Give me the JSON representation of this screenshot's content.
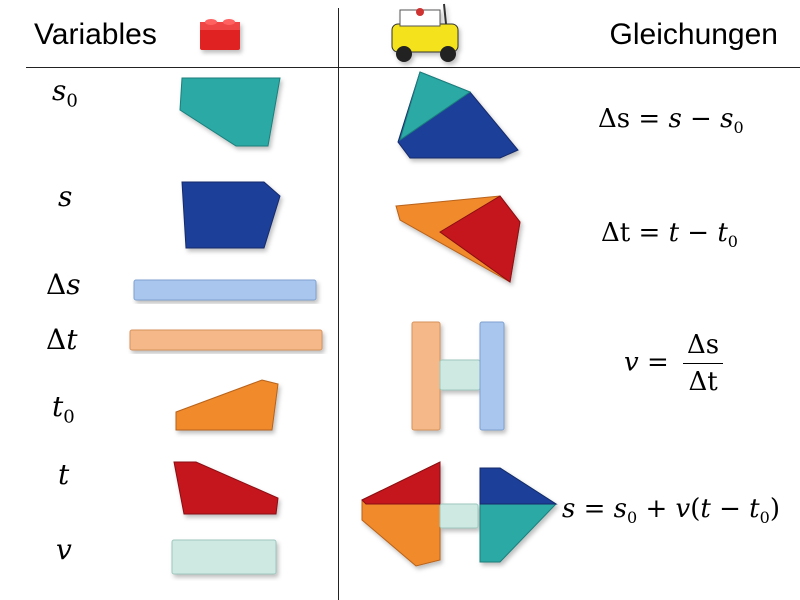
{
  "header": {
    "left_title": "Variables",
    "right_title": "Gleichungen"
  },
  "colors": {
    "teal": "#2aa9a5",
    "navy": "#1f3f9a",
    "lightblue": "#a9c6ee",
    "peach": "#f4b889",
    "orange": "#f08a2a",
    "red": "#c4161c",
    "mint": "#cde9e2",
    "brick_red": "#e02020",
    "car_yellow": "#f3e21a"
  },
  "variables": [
    {
      "base": "s",
      "sub": "0",
      "delta": ""
    },
    {
      "base": "s",
      "sub": "",
      "delta": ""
    },
    {
      "base": "s",
      "sub": "",
      "delta": "Δ"
    },
    {
      "base": "t",
      "sub": "",
      "delta": "Δ"
    },
    {
      "base": "t",
      "sub": "0",
      "delta": ""
    },
    {
      "base": "t",
      "sub": "",
      "delta": ""
    },
    {
      "base": "v",
      "sub": "",
      "delta": ""
    }
  ],
  "equations": {
    "e1": {
      "lhs": "Δs",
      "eq": " = ",
      "s": "s",
      "minus": " − ",
      "s0b": "s",
      "s0s": "0"
    },
    "e2": {
      "lhs": "Δt",
      "eq": " = ",
      "t": "t",
      "minus": " − ",
      "t0b": "t",
      "t0s": "0"
    },
    "e3": {
      "lhs": "v",
      "eq": " = ",
      "num": "Δs",
      "den": "Δt"
    },
    "e4": {
      "lhs": "s",
      "eq": " = ",
      "s0b": "s",
      "s0s": "0",
      "plus": " + ",
      "v": "v",
      "open": "(",
      "t": "t",
      "minus": " − ",
      "t0b": "t",
      "t0s": "0",
      "close": ")"
    }
  }
}
